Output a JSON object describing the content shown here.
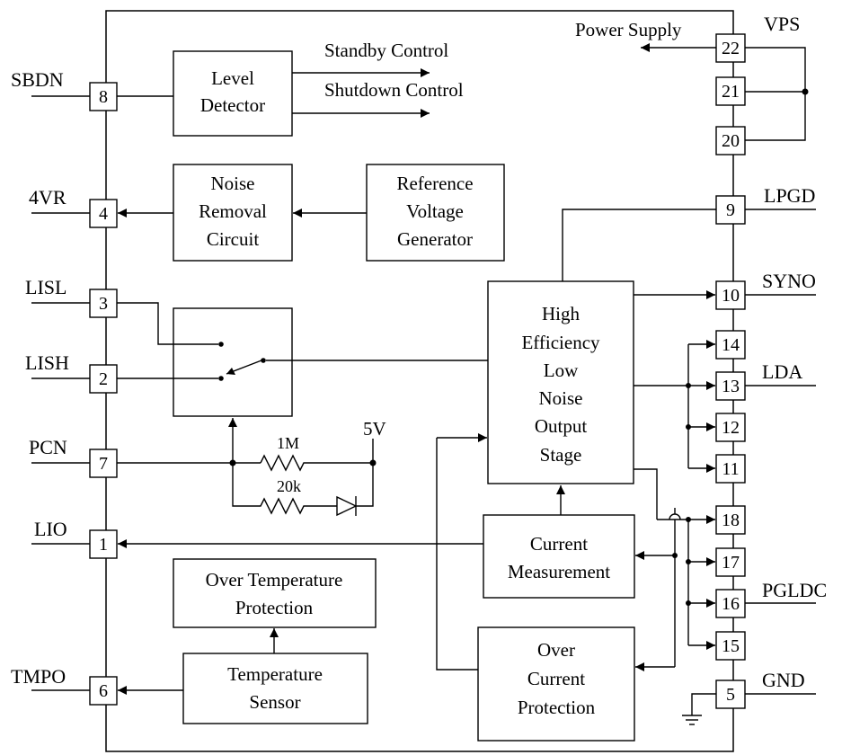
{
  "title": "",
  "pins_left": [
    {
      "num": "8",
      "name": "SBDN"
    },
    {
      "num": "4",
      "name": "4VR"
    },
    {
      "num": "3",
      "name": "LISL"
    },
    {
      "num": "2",
      "name": "LISH"
    },
    {
      "num": "7",
      "name": "PCN"
    },
    {
      "num": "1",
      "name": "LIO"
    },
    {
      "num": "6",
      "name": "TMPO"
    }
  ],
  "pins_right": [
    {
      "num": "22",
      "name": "VPS"
    },
    {
      "num": "21",
      "name": ""
    },
    {
      "num": "20",
      "name": ""
    },
    {
      "num": "9",
      "name": "LPGD"
    },
    {
      "num": "10",
      "name": "SYNO"
    },
    {
      "num": "14",
      "name": ""
    },
    {
      "num": "13",
      "name": "LDA"
    },
    {
      "num": "12",
      "name": ""
    },
    {
      "num": "11",
      "name": ""
    },
    {
      "num": "18",
      "name": ""
    },
    {
      "num": "17",
      "name": ""
    },
    {
      "num": "16",
      "name": "PGLDC"
    },
    {
      "num": "15",
      "name": ""
    },
    {
      "num": "5",
      "name": "GND"
    }
  ],
  "blocks": {
    "level_detector": [
      "Level",
      "Detector"
    ],
    "noise_removal": [
      "Noise",
      "Removal",
      "Circuit"
    ],
    "reference_voltage": [
      "Reference",
      "Voltage",
      "Generator"
    ],
    "output_stage": [
      "High",
      "Efficiency",
      "Low",
      "Noise",
      "Output",
      "Stage"
    ],
    "current_measurement": [
      "Current",
      "Measurement"
    ],
    "over_current": [
      "Over",
      "Current",
      "Protection"
    ],
    "over_temperature": [
      "Over Temperature",
      "Protection"
    ],
    "temperature_sensor": [
      "Temperature",
      "Sensor"
    ]
  },
  "signals": {
    "standby": "Standby Control",
    "shutdown": "Shutdown Control",
    "power_supply": "Power Supply",
    "five_volt": "5V",
    "r1": "1M",
    "r2": "20k"
  }
}
